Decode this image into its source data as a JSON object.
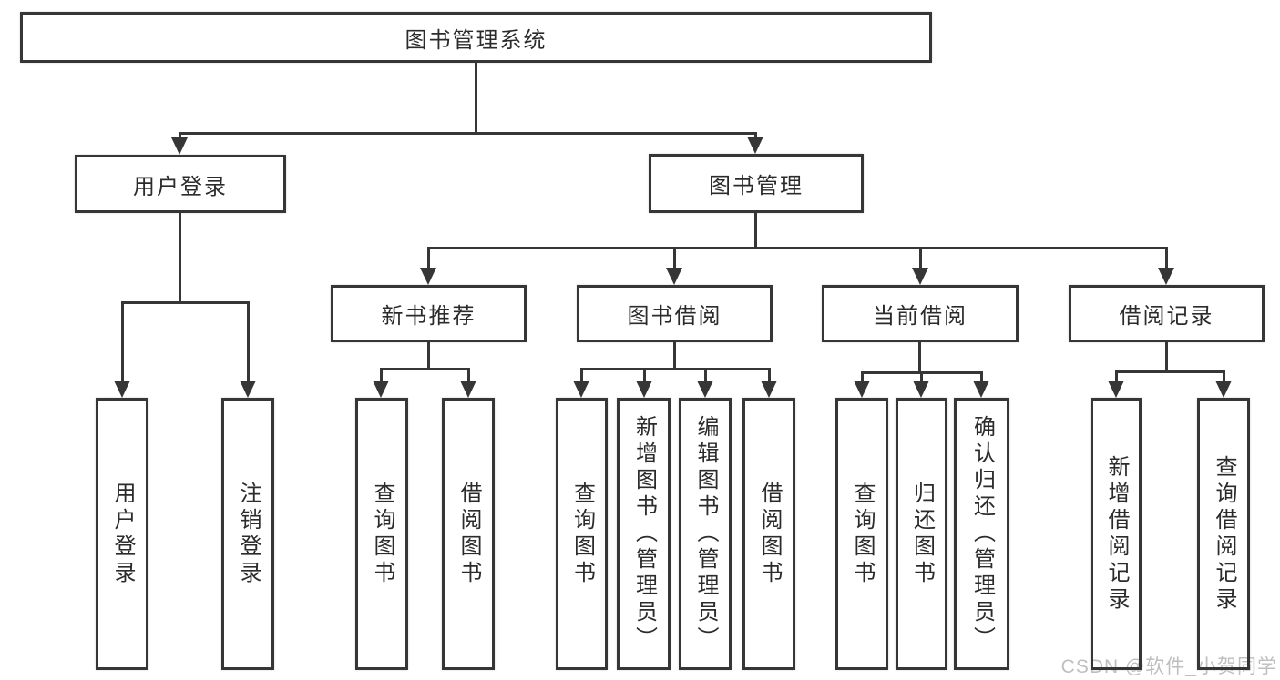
{
  "tree": {
    "root": {
      "label": "图书管理系统"
    },
    "branches": [
      {
        "label": "用户登录",
        "children": [
          {
            "label": "用户登录"
          },
          {
            "label": "注销登录"
          }
        ]
      },
      {
        "label": "图书管理",
        "children": [
          {
            "label": "新书推荐",
            "children": [
              {
                "label": "查询图书"
              },
              {
                "label": "借阅图书"
              }
            ]
          },
          {
            "label": "图书借阅",
            "children": [
              {
                "label": "查询图书"
              },
              {
                "label": "新增图书（管理员）"
              },
              {
                "label": "编辑图书（管理员）"
              },
              {
                "label": "借阅图书"
              }
            ]
          },
          {
            "label": "当前借阅",
            "children": [
              {
                "label": "查询图书"
              },
              {
                "label": "归还图书"
              },
              {
                "label": "确认归还（管理员）"
              }
            ]
          },
          {
            "label": "借阅记录",
            "children": [
              {
                "label": "新增借阅记录"
              },
              {
                "label": "查询借阅记录"
              }
            ]
          }
        ]
      }
    ]
  },
  "watermark": {
    "text": "CSDN @软件_小贺同学"
  },
  "colors": {
    "line": "#363636",
    "text": "#2b2b2b",
    "watermark": "#bfbfbf",
    "background": "#ffffff"
  }
}
